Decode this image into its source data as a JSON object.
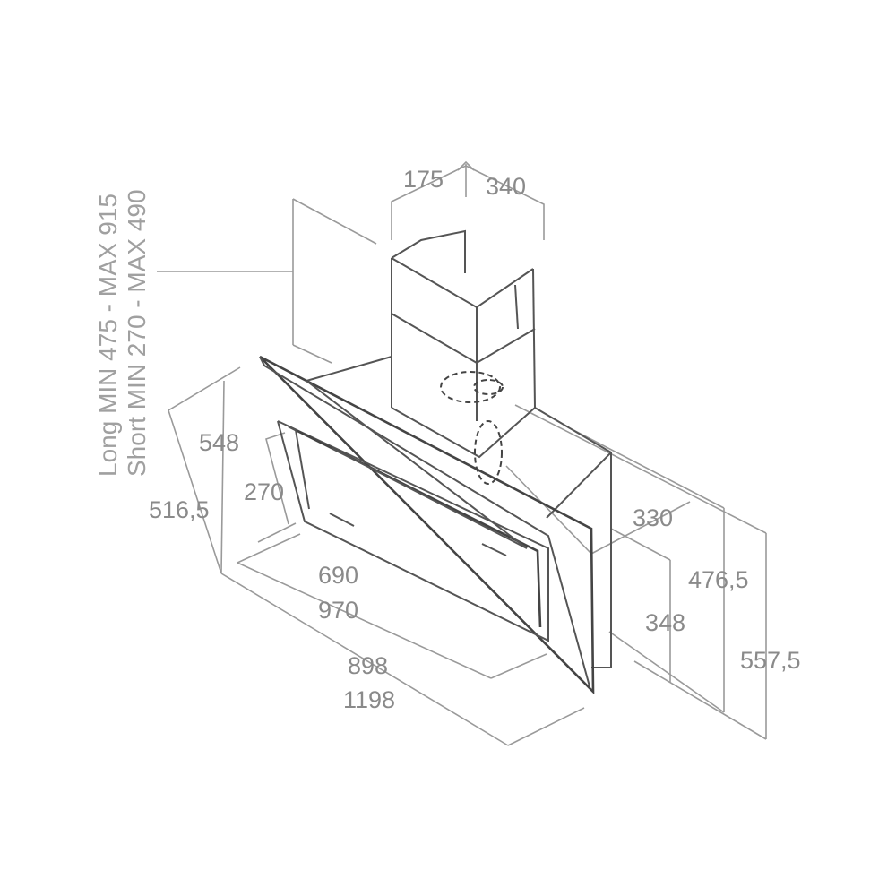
{
  "dimensions": {
    "chimney_depth": "175",
    "chimney_width": "340",
    "height_548": "548",
    "height_270": "270",
    "depth_516_5": "516,5",
    "width_690": "690",
    "width_970": "970",
    "width_898": "898",
    "width_1198": "1198",
    "depth_330": "330",
    "height_476_5": "476,5",
    "height_348": "348",
    "height_557_5": "557,5"
  },
  "chimney_ranges": {
    "long": "Long MIN 475 - MAX 915",
    "short": "Short MIN 270 - MAX 490"
  }
}
